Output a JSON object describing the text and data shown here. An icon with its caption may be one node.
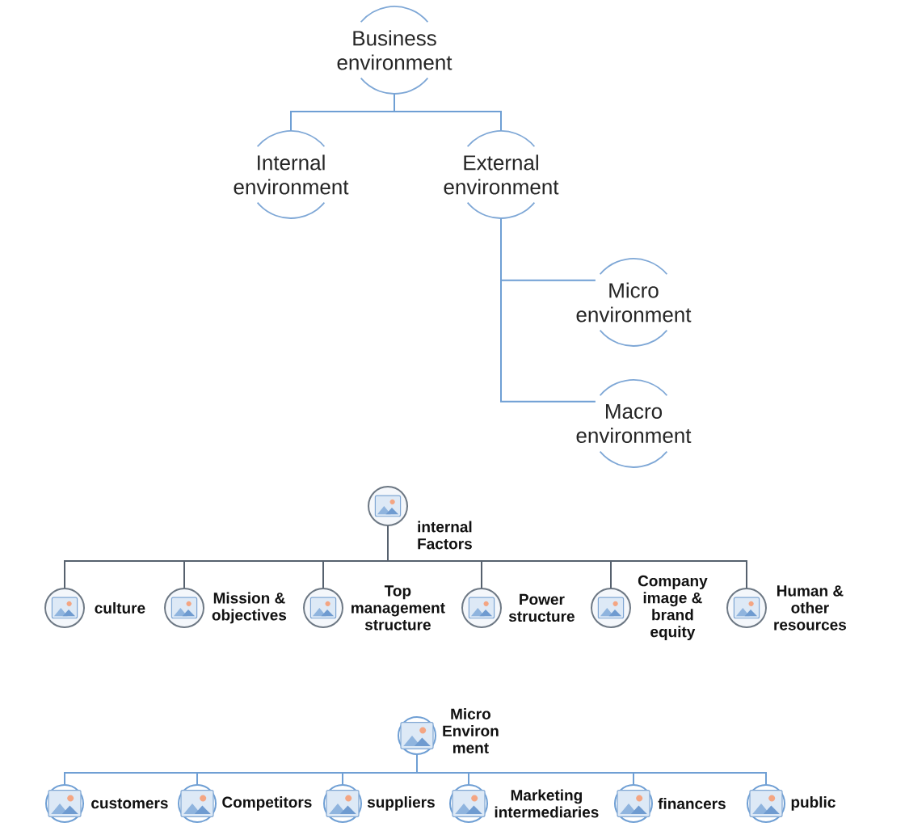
{
  "diagram": {
    "nodes": [
      {
        "text": [
          "Business environment"
        ]
      },
      {
        "text": [
          "Internal environment"
        ]
      },
      {
        "text": [
          "External environment"
        ]
      },
      {
        "text": [
          "Micro environment"
        ]
      },
      {
        "text": [
          "Macro environment"
        ]
      },
      {
        "text": [],
        "shape": "picture",
        "beside": [
          "internal Factors"
        ]
      },
      {
        "text": [],
        "shape": "picture",
        "beside": [
          "culture"
        ]
      },
      {
        "text": [],
        "shape": "picture",
        "beside": [
          "Mission & objectives"
        ]
      },
      {
        "text": [],
        "shape": "picture",
        "beside": [
          "Top management structure"
        ]
      },
      {
        "text": [],
        "shape": "picture",
        "beside": [
          "Power structure"
        ]
      },
      {
        "text": [],
        "shape": "picture",
        "beside": [
          "Company image & brand equity"
        ]
      },
      {
        "text": [],
        "shape": "picture",
        "beside": [
          "Human & other resources"
        ]
      },
      {
        "text": [],
        "shape": "picture",
        "beside": [
          "Micro Environ ment"
        ]
      },
      {
        "text": [],
        "shape": "picture",
        "beside": [
          "customers"
        ]
      },
      {
        "text": [],
        "shape": "picture",
        "beside": [
          "Competitors"
        ]
      },
      {
        "text": [],
        "shape": "picture",
        "beside": [
          "suppliers"
        ]
      },
      {
        "text": [],
        "shape": "picture",
        "beside": [
          "Marketing intermediaries"
        ]
      },
      {
        "text": [],
        "shape": "picture",
        "beside": [
          "financers"
        ]
      },
      {
        "text": [],
        "shape": "picture",
        "beside": [
          "public"
        ]
      }
    ],
    "edges": [
      {
        "from": 0,
        "to": 1,
        "arrow": "none"
      },
      {
        "from": 0,
        "to": 2,
        "arrow": "none"
      },
      {
        "from": 2,
        "to": 3,
        "arrow": "none"
      },
      {
        "from": 2,
        "to": 4,
        "arrow": "none"
      },
      {
        "from": 5,
        "to": 6,
        "arrow": "none",
        "color": "#56616e"
      },
      {
        "from": 5,
        "to": 7,
        "arrow": "none",
        "color": "#56616e"
      },
      {
        "from": 5,
        "to": 8,
        "arrow": "none",
        "color": "#56616e"
      },
      {
        "from": 5,
        "to": 9,
        "arrow": "none",
        "color": "#56616e"
      },
      {
        "from": 5,
        "to": 10,
        "arrow": "none",
        "color": "#56616e"
      },
      {
        "from": 5,
        "to": 11,
        "arrow": "none",
        "color": "#56616e"
      },
      {
        "from": 12,
        "to": 13,
        "arrow": "none"
      },
      {
        "from": 12,
        "to": 14,
        "arrow": "none"
      },
      {
        "from": 12,
        "to": 15,
        "arrow": "none"
      },
      {
        "from": 12,
        "to": 16,
        "arrow": "none"
      },
      {
        "from": 12,
        "to": 17,
        "arrow": "none"
      },
      {
        "from": 12,
        "to": 18,
        "arrow": "none"
      }
    ]
  }
}
